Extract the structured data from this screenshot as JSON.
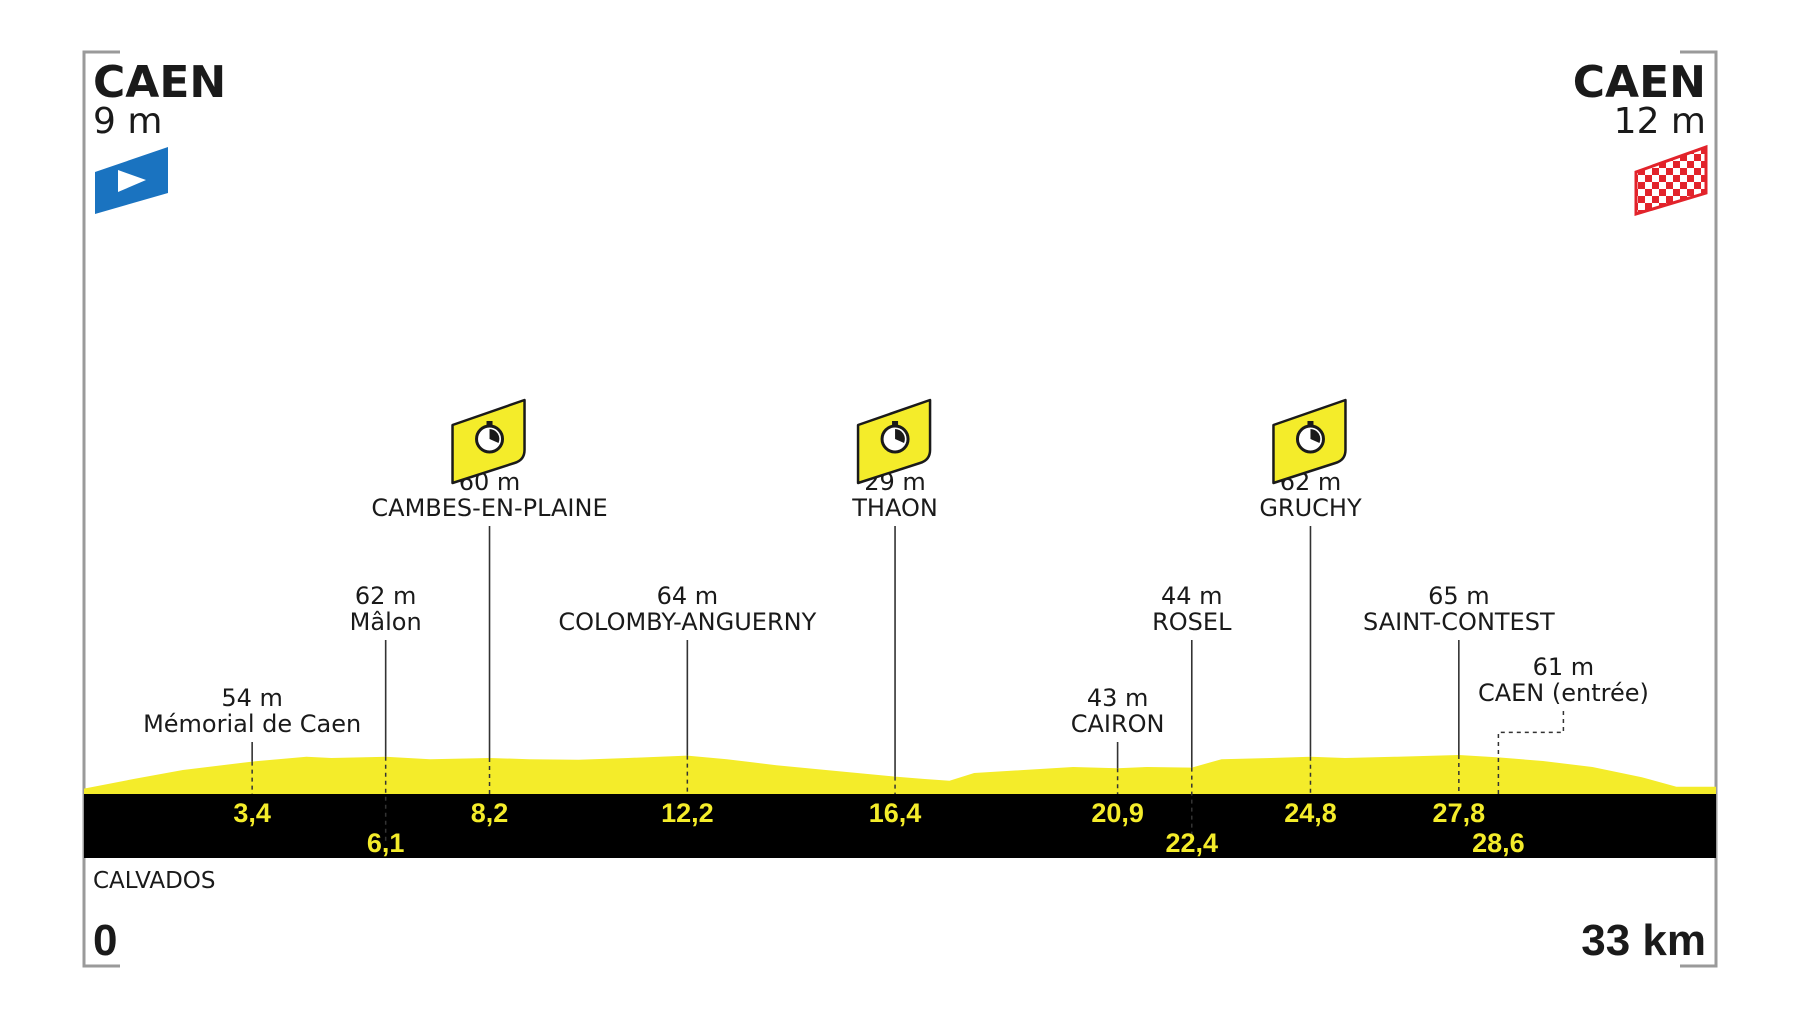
{
  "chart_data": {
    "type": "area",
    "title": "",
    "xlabel": "",
    "ylabel": "",
    "x_unit": "km",
    "xlim": [
      0,
      33
    ],
    "ylim": [
      0,
      260
    ],
    "start": {
      "city": "CAEN",
      "altitude": "9 m",
      "km": "0"
    },
    "finish": {
      "city": "CAEN",
      "altitude": "12 m",
      "km": "33 km"
    },
    "region": "CALVADOS",
    "profile": {
      "x": [
        0,
        1,
        2,
        3.4,
        4.5,
        5,
        6.1,
        7,
        8.2,
        9,
        10,
        11,
        12.2,
        13,
        14,
        15,
        16.4,
        17,
        17.5,
        18,
        19,
        20,
        20.9,
        21.5,
        22.4,
        23,
        24,
        24.8,
        25.5,
        26.5,
        27.8,
        28.6,
        29.5,
        30.5,
        31.5,
        32.2,
        33
      ],
      "y": [
        9,
        25,
        40,
        54,
        62,
        60,
        62,
        58,
        60,
        58,
        57,
        60,
        64,
        58,
        48,
        40,
        29,
        25,
        22,
        35,
        40,
        45,
        43,
        45,
        44,
        58,
        60,
        62,
        60,
        62,
        65,
        61,
        55,
        45,
        28,
        12,
        12
      ]
    },
    "waypoints": [
      {
        "name": "Mémorial de Caen",
        "altitude": "54 m",
        "km": 3.4,
        "km_label": "3,4",
        "timed": false,
        "low_label": false
      },
      {
        "name": "Mâlon",
        "altitude": "62 m",
        "km": 6.1,
        "km_label": "6,1",
        "timed": false,
        "low_label": true
      },
      {
        "name": "CAMBES-EN-PLAINE",
        "altitude": "60 m",
        "km": 8.2,
        "km_label": "8,2",
        "timed": true,
        "low_label": false
      },
      {
        "name": "COLOMBY-ANGUERNY",
        "altitude": "64 m",
        "km": 12.2,
        "km_label": "12,2",
        "timed": false,
        "low_label": false
      },
      {
        "name": "THAON",
        "altitude": "29 m",
        "km": 16.4,
        "km_label": "16,4",
        "timed": true,
        "low_label": false
      },
      {
        "name": "CAIRON",
        "altitude": "43 m",
        "km": 20.9,
        "km_label": "20,9",
        "timed": false,
        "low_label": false
      },
      {
        "name": "ROSEL",
        "altitude": "44 m",
        "km": 22.4,
        "km_label": "22,4",
        "timed": false,
        "low_label": true
      },
      {
        "name": "GRUCHY",
        "altitude": "62 m",
        "km": 24.8,
        "km_label": "24,8",
        "timed": true,
        "low_label": false
      },
      {
        "name": "SAINT-CONTEST",
        "altitude": "65 m",
        "km": 27.8,
        "km_label": "27,8",
        "timed": false,
        "low_label": false
      },
      {
        "name": "CAEN (entrée)",
        "altitude": "61 m",
        "km": 28.6,
        "km_label": "28,6",
        "timed": false,
        "low_label": true
      }
    ],
    "colors": {
      "profile": "#f4ec2a",
      "band": "#000000",
      "km_text": "#f4ec2a",
      "start_flag": "#1a73c0",
      "finish_flag": "#e2232b",
      "frame": "#9a9a9a"
    }
  }
}
